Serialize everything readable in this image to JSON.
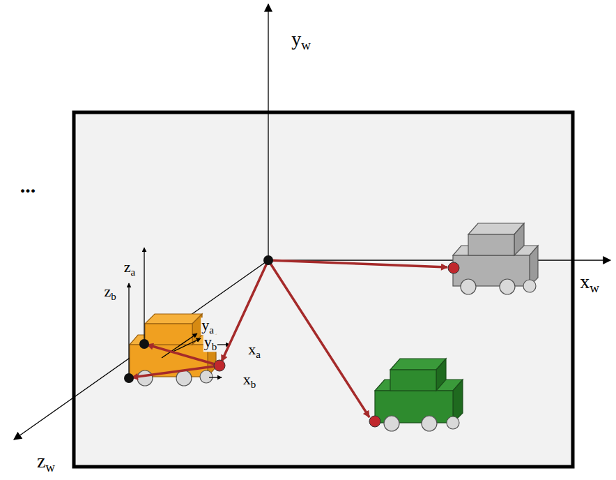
{
  "diagram": {
    "labels": [
      "...",
      "yw",
      "xw",
      "zw",
      "za",
      "zb",
      "ya",
      "yb",
      "xa",
      "xb"
    ]
  }
}
